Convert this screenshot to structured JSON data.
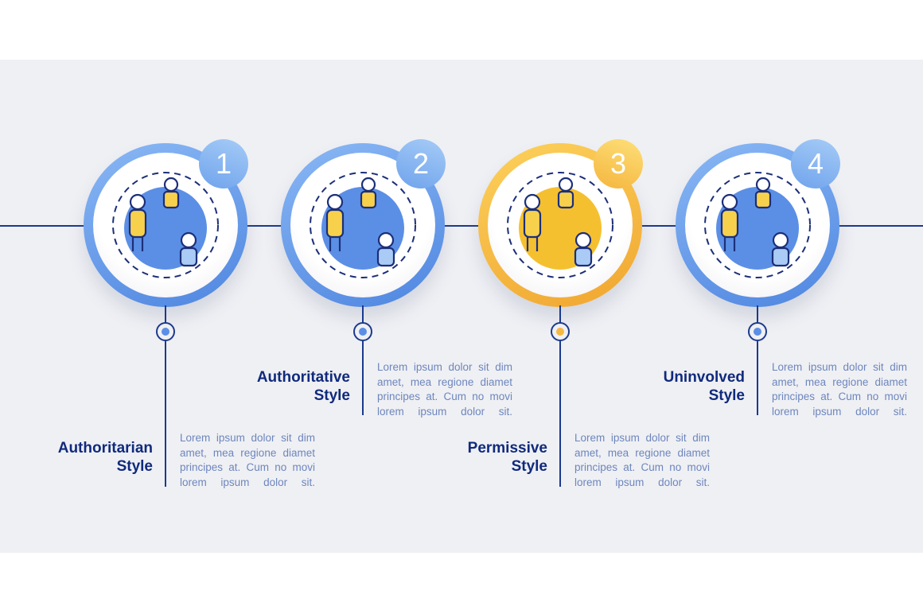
{
  "steps": [
    {
      "number": "1",
      "title_line1": "Authoritarian",
      "title_line2": "Style",
      "description": "Lorem ipsum dolor sit dim amet, mea regione diamet principes at. Cum no movi lorem ipsum dolor sit.",
      "accent": "#5b8fe6",
      "icon": "authoritarian-parenting-icon"
    },
    {
      "number": "2",
      "title_line1": "Authoritative",
      "title_line2": "Style",
      "description": "Lorem ipsum dolor sit dim amet, mea regione diamet principes at. Cum no movi lorem ipsum dolor sit.",
      "accent": "#5b8fe6",
      "icon": "authoritative-parenting-icon"
    },
    {
      "number": "3",
      "title_line1": "Permissive",
      "title_line2": "Style",
      "description": "Lorem ipsum dolor sit dim amet, mea regione diamet principes at. Cum no movi lorem ipsum dolor sit.",
      "accent": "#f5b942",
      "icon": "permissive-parenting-icon"
    },
    {
      "number": "4",
      "title_line1": "Uninvolved",
      "title_line2": "Style",
      "description": "Lorem ipsum dolor sit dim amet, mea regione diamet principes at. Cum no movi lorem ipsum dolor sit.",
      "accent": "#5b8fe6",
      "icon": "uninvolved-parenting-icon"
    }
  ]
}
